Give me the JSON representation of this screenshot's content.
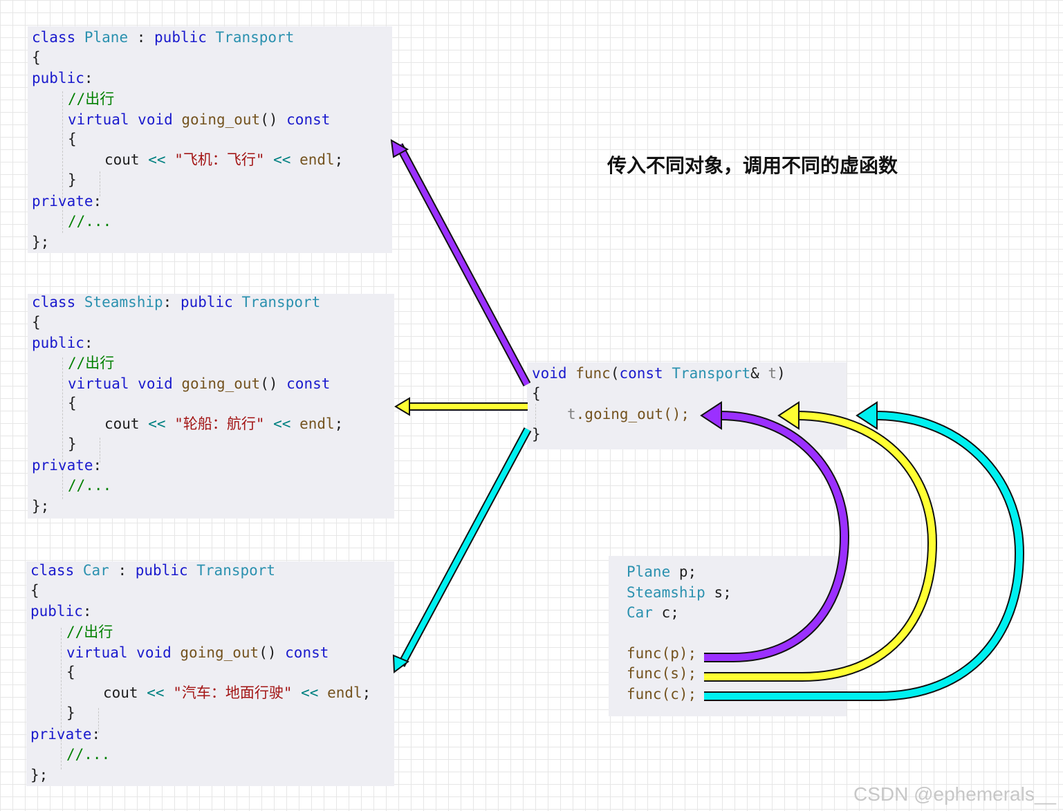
{
  "title": "传入不同对象，调用不同的虚函数",
  "watermark": "CSDN @ephemerals__",
  "code": {
    "kw_class": "class",
    "kw_public": "public",
    "kw_public_label": "public",
    "kw_private_label": "private",
    "kw_virtual": "virtual",
    "kw_void": "void",
    "kw_const": "const",
    "comment_go": "//出行",
    "comment_more": "//...",
    "open_brace": "{",
    "close_brace": "}",
    "class_end": "};",
    "colon": ":",
    "space_colon": " : ",
    "colon_space": ": ",
    "method_name": "going_out",
    "empty_parens": "()",
    "cout": "cout",
    "shift": "<<",
    "endl": "endl",
    "semi": ";",
    "base_type": "Transport"
  },
  "classes": [
    {
      "name": "Plane",
      "message": "\"飞机：飞行\""
    },
    {
      "name": "Steamship",
      "message": "\"轮船：航行\""
    },
    {
      "name": "Car",
      "message": "\"汽车：地面行驶\""
    }
  ],
  "func_block": {
    "sig_void": "void",
    "sig_name": "func",
    "sig_open": "(",
    "sig_const": "const",
    "sig_type": "Transport",
    "sig_amp": "&",
    "sig_param": "t",
    "sig_close": ")",
    "body_obj": "t",
    "body_call": ".going_out();"
  },
  "main_block": {
    "decls": [
      {
        "type": "Plane",
        "var": "p;"
      },
      {
        "type": "Steamship",
        "var": "s;"
      },
      {
        "type": "Car",
        "var": "c;"
      }
    ],
    "calls": [
      "func(p);",
      "func(s);",
      "func(c);"
    ]
  },
  "colors": {
    "plane": "#9b30ff",
    "steamship": "#ffff33",
    "car": "#00f0f0"
  }
}
